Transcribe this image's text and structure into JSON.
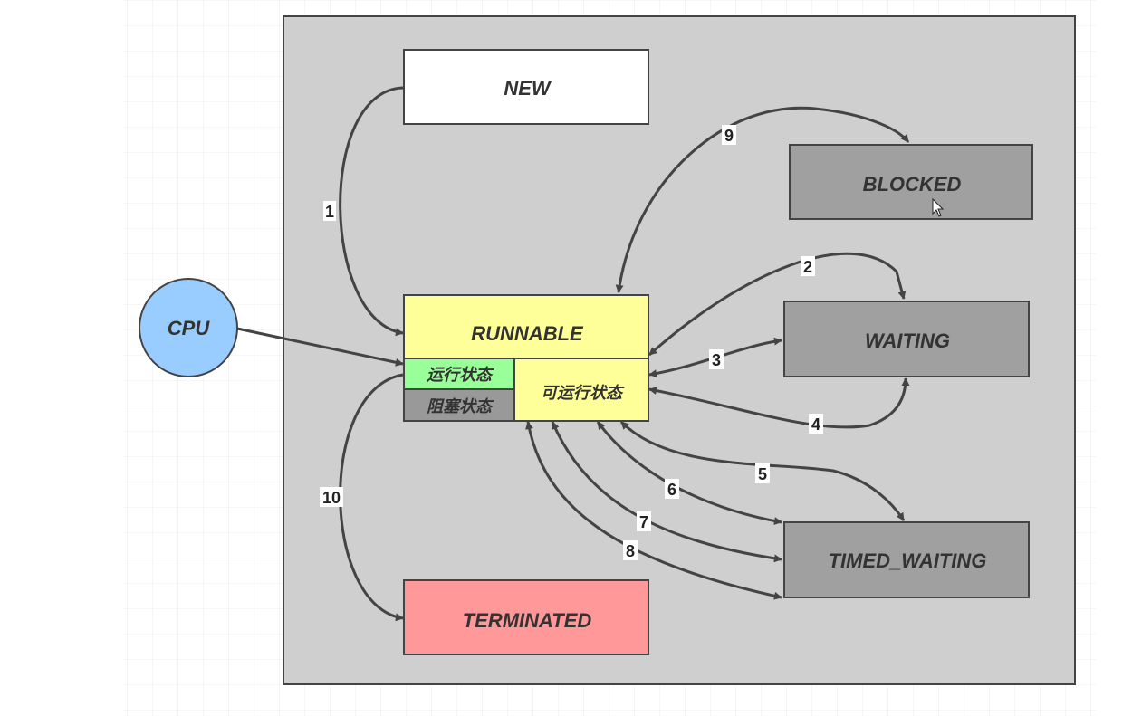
{
  "states": {
    "new": "NEW",
    "blocked": "BLOCKED",
    "runnable": "RUNNABLE",
    "waiting": "WAITING",
    "timed_waiting": "TIMED_WAITING",
    "terminated": "TERMINATED",
    "running": "运行状态",
    "blocked_sub": "阻塞状态",
    "ready": "可运行状态"
  },
  "cpu": "CPU",
  "transitions": [
    "1",
    "2",
    "3",
    "4",
    "5",
    "6",
    "7",
    "8",
    "9",
    "10"
  ],
  "colors": {
    "frame": "#cfcfcf",
    "new": "#ffffff",
    "runnable": "#ffff99",
    "running": "#99ff99",
    "blocked_sub": "#999999",
    "gray_state": "#a0a0a0",
    "terminated": "#ff9999",
    "cpu": "#99ccff"
  }
}
